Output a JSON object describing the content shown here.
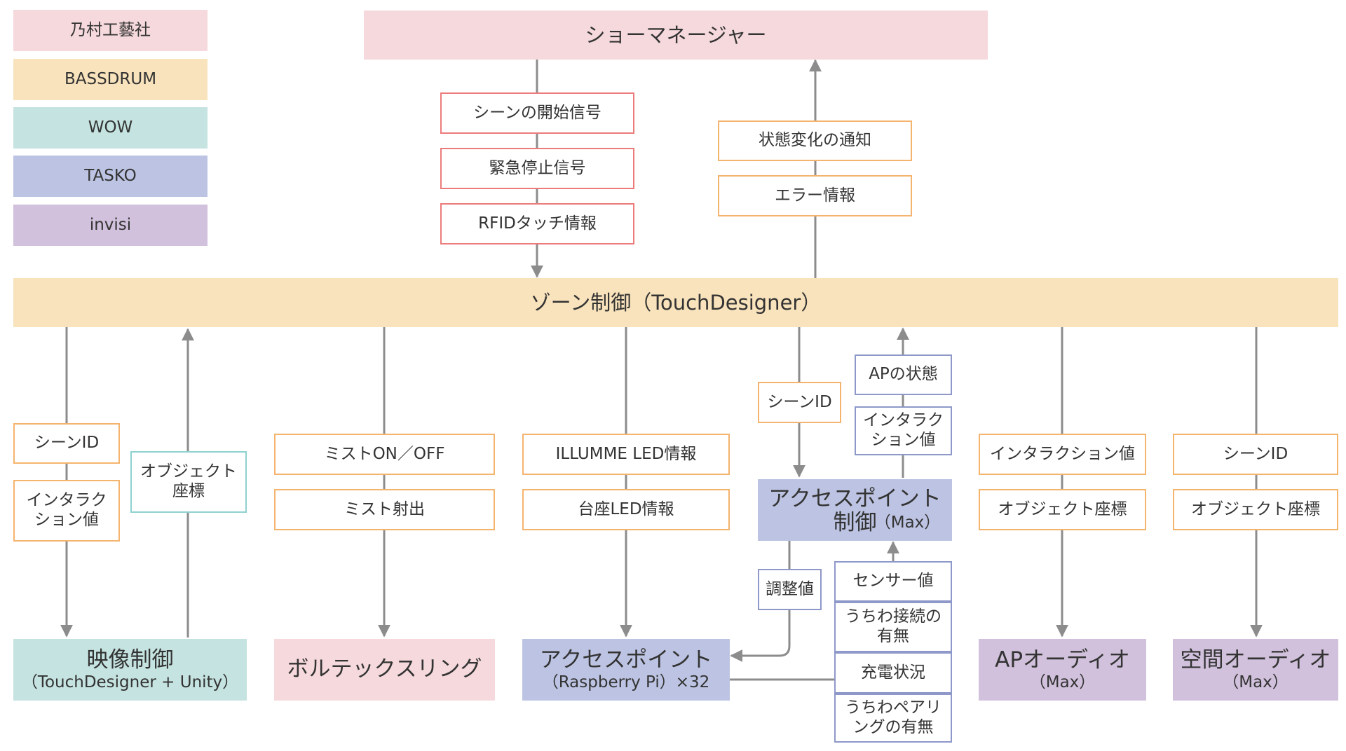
{
  "colors": {
    "nomura": "#f6d9dc",
    "bassdrum": "#f9e3bc",
    "wow": "#c5e3e0",
    "tasko": "#bdc4e3",
    "invisi": "#d1c1dc",
    "arrow": "#8c8c8c"
  },
  "legend": [
    "乃村工藝社",
    "BASSDRUM",
    "WOW",
    "TASKO",
    "invisi"
  ],
  "show_manager": "ショーマネージャー",
  "zone_control": "ゾーン制御（TouchDesigner）",
  "labels": {
    "scene_start": "シーンの開始信号",
    "emergency_stop": "緊急停止信号",
    "rfid_touch": "RFIDタッチ情報",
    "state_change": "状態変化の通知",
    "error_info": "エラー情報",
    "v_scene_id": "シーンID",
    "v_interaction": "インタラク\nション値",
    "v_object_coord": "オブジェクト\n座標",
    "mist_onoff": "ミストON／OFF",
    "mist_spray": "ミスト射出",
    "illumme_led": "ILLUMME LED情報",
    "base_led": "台座LED情報",
    "ap_scene_id": "シーンID",
    "ap_state": "APの状態",
    "ap_interaction": "インタラク\nション値",
    "adjust_value": "調整値",
    "sensor_value": "センサー値",
    "fan_connected": "うちわ接続の\n有無",
    "charge_status": "充電状況",
    "fan_paired": "うちわペアリ\nングの有無",
    "apa_interaction": "インタラクション値",
    "apa_object_coord": "オブジェクト座標",
    "sa_scene_id": "シーンID",
    "sa_object_coord": "オブジェクト座標"
  },
  "nodes": {
    "video": {
      "title": "映像制御",
      "sub": "（TouchDesigner + Unity）"
    },
    "vortex": {
      "title": "ボルテックスリング"
    },
    "ap_rpi": {
      "title": "アクセスポイント",
      "sub": "（Raspberry Pi）×32"
    },
    "ap_ctrl": {
      "title": "アクセスポイント\n制御",
      "sub": "（Max）"
    },
    "ap_audio": {
      "title": "APオーディオ",
      "sub": "（Max）"
    },
    "spatial_audio": {
      "title": "空間オーディオ",
      "sub": "（Max）"
    }
  }
}
